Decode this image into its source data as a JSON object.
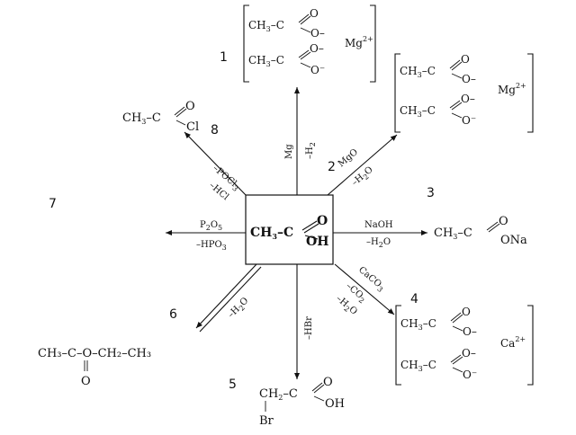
{
  "center": {
    "ch": "CH",
    "sub3": "3",
    "dash": "–",
    "c": "C",
    "o": "O",
    "oh": "OH"
  },
  "labels": {
    "n1": "1",
    "n2": "2",
    "n3": "3",
    "n4": "4",
    "n5": "5",
    "n6": "6",
    "n7": "7",
    "n8": "8"
  },
  "conditions": {
    "up_a": "Mg",
    "up_b": "–H",
    "up_b_sub": "2",
    "ne_a": "MgO",
    "ne_b": "–H",
    "ne_b_sub": "2",
    "ne_b_end": "O",
    "e_a": "NaOH",
    "e_b": "–H",
    "e_b_sub": "2",
    "e_b_end": "O",
    "se_a": "CaCO",
    "se_a_sub": "3",
    "se_b": "–CO",
    "se_b_sub": "2",
    "se_c": "–H",
    "se_c_sub": "2",
    "se_c_end": "O",
    "down_a": "–HBr",
    "sw_a": "–H",
    "sw_a_sub": "2",
    "sw_a_end": "O",
    "w_a": "P",
    "w_a_sub": "2",
    "w_a_mid": "O",
    "w_a_sub2": "5",
    "w_b": "–HPO",
    "w_b_sub": "3",
    "nw_a": "–POCl",
    "nw_a_sub": "3",
    "nw_b": "–HCl"
  },
  "products": {
    "ch3": "CH",
    "sub3": "3",
    "dash": "–",
    "c": "C",
    "o": "O",
    "o_minus": "O–",
    "o_minus2": "O⁻",
    "mg": "Mg",
    "mg_charge": "2+",
    "ca": "Ca",
    "ca_charge": "2+",
    "ona": "ONa",
    "cl": "Cl",
    "ch2": "CH",
    "sub2": "2",
    "oh": "OH",
    "br": "Br",
    "ester": "CH₃–C–O–CH₂–CH₃",
    "ester_o": "O"
  }
}
